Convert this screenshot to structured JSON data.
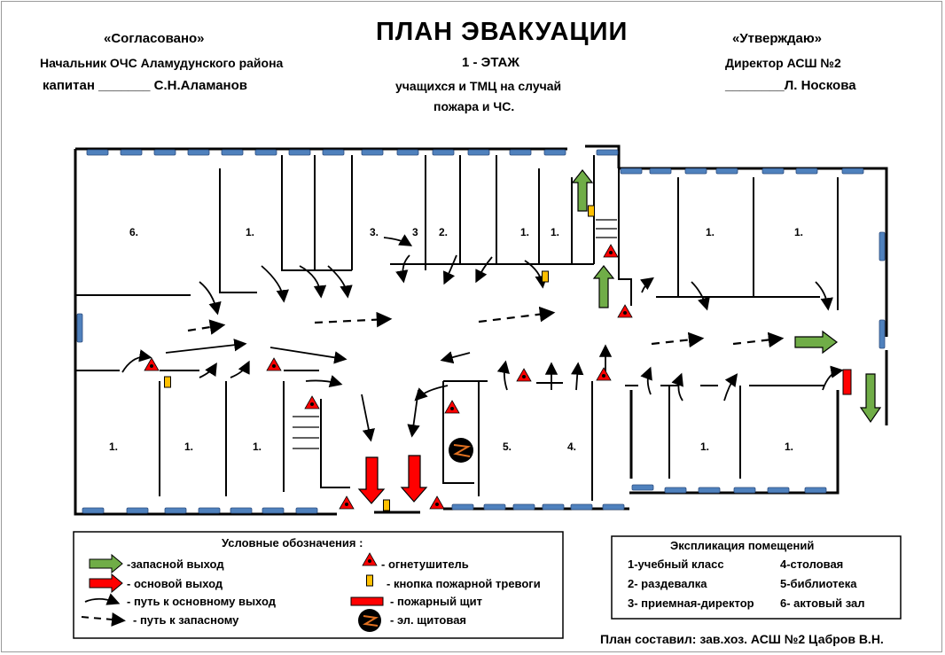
{
  "header": {
    "title": "ПЛАН    ЭВАКУАЦИИ",
    "floor": "1 - ЭТАЖ",
    "subtitle_line1": "учащихся и ТМЦ на    случай",
    "subtitle_line2": "пожара   и    ЧС.",
    "left_quote": "«Согласовано»",
    "left_line1": "Начальник  ОЧС Аламудунского района",
    "left_line2": "капитан _______ С.Н.Аламанов",
    "right_quote": "«Утверждаю»",
    "right_line1": "Директор АСШ №2",
    "right_line2": "________Л. Носкова"
  },
  "rooms": {
    "r1": "6.",
    "r2": "1.",
    "r3": "3.",
    "r4": "3",
    "r5": "2.",
    "r6": "1.",
    "r7": "1.",
    "r8": "1.",
    "r9": "1.",
    "r10": "1.",
    "r11": "1.",
    "r12": "1.",
    "r13": "5.",
    "r14": "4.",
    "r15": "1.",
    "r16": "1."
  },
  "legend": {
    "title": "Условные  обозначения :",
    "spare_exit": "-запасной выход",
    "main_exit": "- основой выход",
    "main_path": "- путь к основному выход",
    "spare_path": "- путь к запасному",
    "extinguisher": "- огнетушитель",
    "alarm_button": "- кнопка пожарной тревоги",
    "fire_shield": "- пожарный щит",
    "electric_panel": "- эл. щитовая"
  },
  "explication": {
    "title": "Экспликация  помещений",
    "items": [
      "1-учебный класс",
      "4-столовая",
      "2- раздевалка",
      "5-библиотека",
      "3- приемная-директор",
      "6- актовый зал"
    ]
  },
  "footer": {
    "author": "План составил: зав.хоз. АСШ №2 Цабров В.Н."
  },
  "colors": {
    "window": "#4f81bd",
    "spare_exit": "#70ad47",
    "main_exit": "#ff0000",
    "alarm": "#ffc000"
  }
}
